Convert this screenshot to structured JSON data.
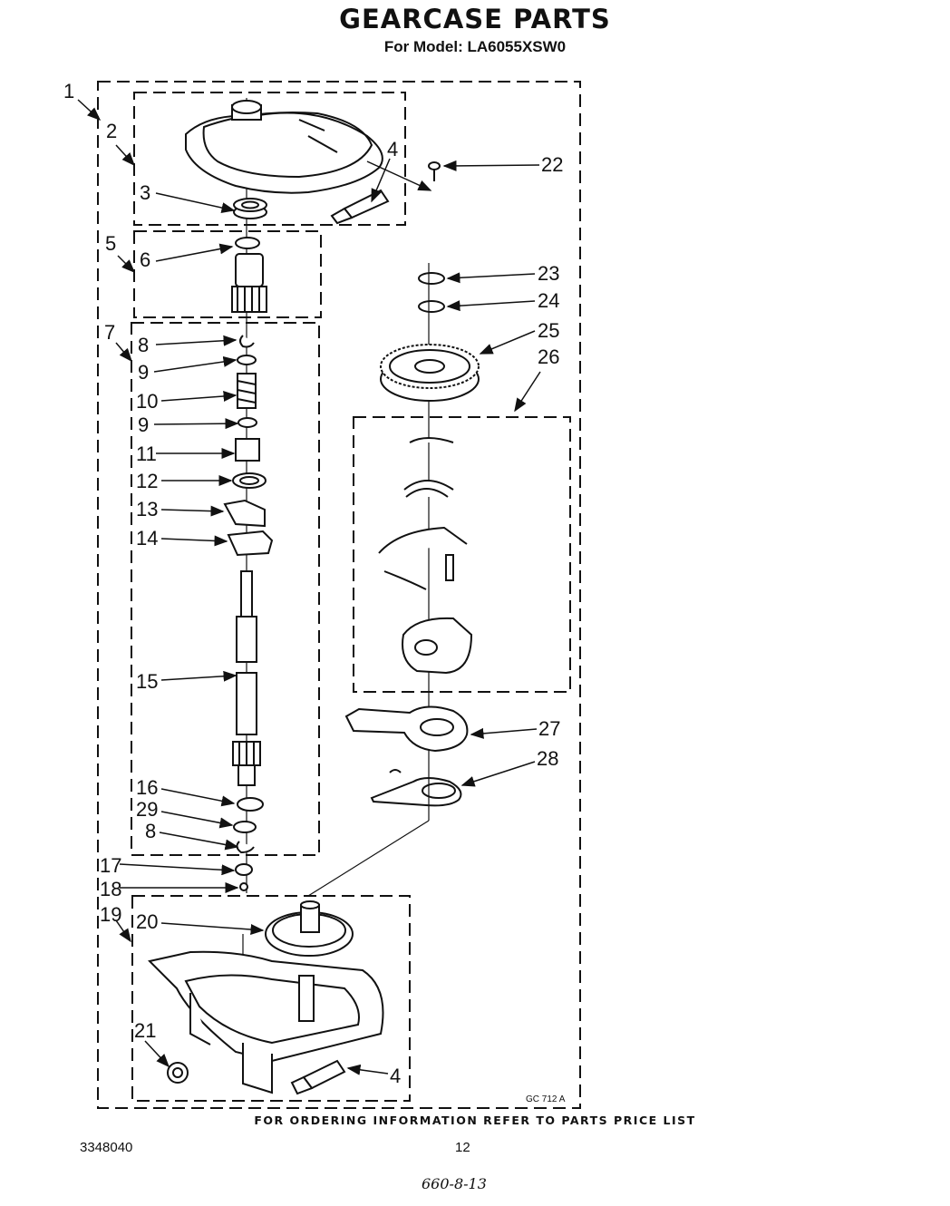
{
  "title": "GEARCASE PARTS",
  "subtitle": "For Model: LA6055XSW0",
  "callouts": {
    "c1": "1",
    "c2": "2",
    "c3": "3",
    "c4a": "4",
    "c4b": "4",
    "c5": "5",
    "c6": "6",
    "c7": "7",
    "c8a": "8",
    "c8b": "8",
    "c9a": "9",
    "c9b": "9",
    "c10": "10",
    "c11": "11",
    "c12": "12",
    "c13": "13",
    "c14": "14",
    "c15": "15",
    "c16": "16",
    "c17": "17",
    "c18": "18",
    "c19": "19",
    "c20": "20",
    "c21": "21",
    "c22": "22",
    "c23": "23",
    "c24": "24",
    "c25": "25",
    "c26": "26",
    "c27": "27",
    "c28": "28",
    "c29": "29"
  },
  "drawing_code": "GC 712 A",
  "footer_note": "FOR ORDERING INFORMATION REFER TO PARTS PRICE LIST",
  "doc_number": "3348040",
  "page_number": "12",
  "handwritten_note": "660-8-13"
}
